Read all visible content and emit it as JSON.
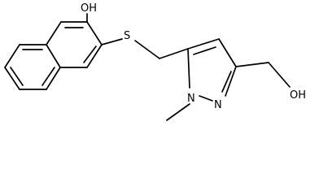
{
  "molecule": {
    "atoms": {
      "oh_top": "OH",
      "sulfur": "S",
      "oh_right": "OH",
      "nitrogen_1": "N",
      "nitrogen_2": "N"
    }
  }
}
